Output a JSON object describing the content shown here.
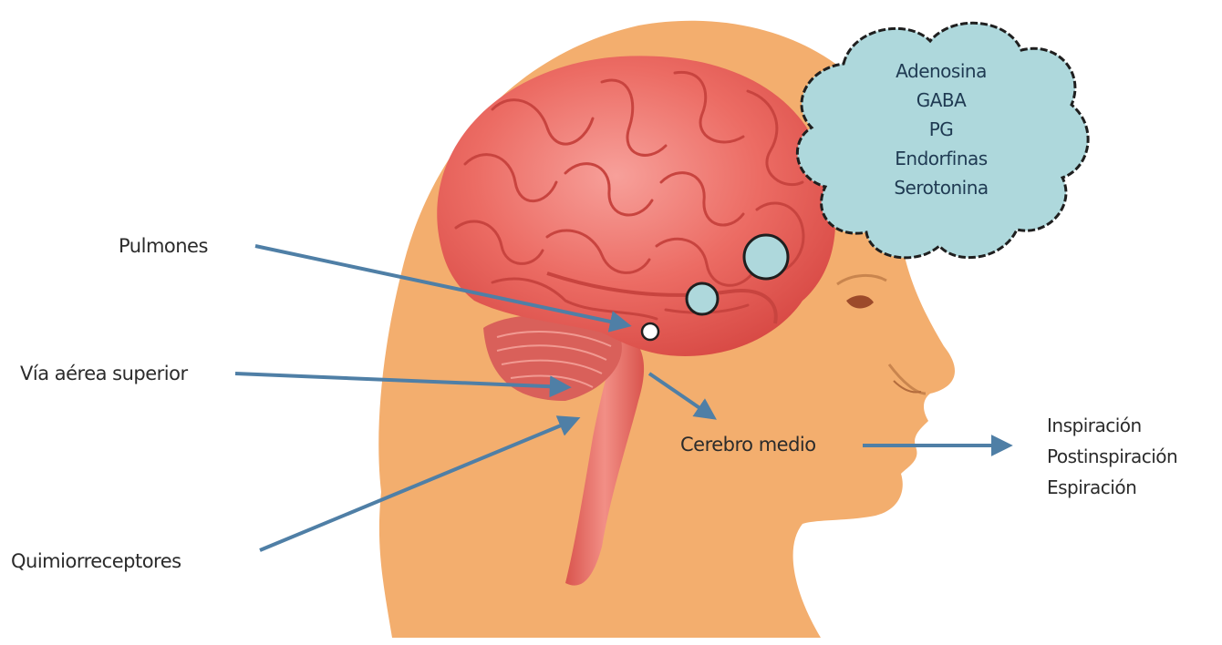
{
  "labels": {
    "pulmones": "Pulmones",
    "via_aerea": "Vía aérea superior",
    "quimiorreceptores": "Quimiorreceptores",
    "cerebro_medio": "Cerebro medio"
  },
  "cloud_items": [
    "Adenosina",
    "GABA",
    "PG",
    "Endorfinas",
    "Serotonina"
  ],
  "outputs": [
    "Inspiración",
    "Postinspiración",
    "Espiración"
  ],
  "colors": {
    "skin": "#F3AE6E",
    "brain": "#E8605A",
    "cloud": "#AED8DC",
    "arrow": "#4F7FA6"
  }
}
